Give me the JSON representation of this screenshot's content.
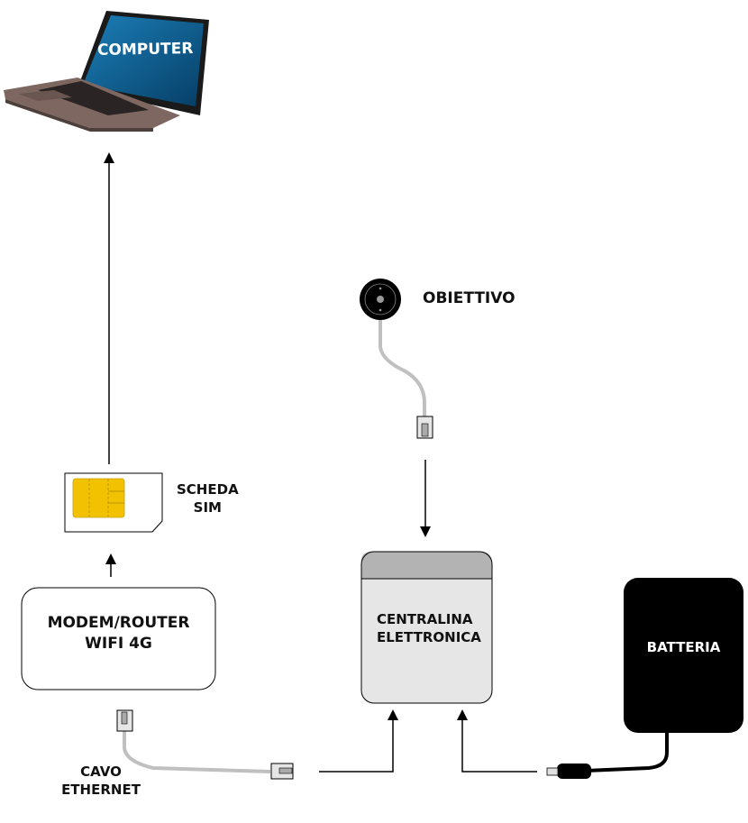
{
  "computer": {
    "label": "COMPUTER"
  },
  "sim": {
    "label_line1": "SCHEDA",
    "label_line2": "SIM"
  },
  "modem": {
    "label_line1": "MODEM/ROUTER",
    "label_line2": "WIFI 4G"
  },
  "ethernet": {
    "label_line1": "CAVO",
    "label_line2": "ETHERNET"
  },
  "lens": {
    "label": "OBIETTIVO"
  },
  "controller": {
    "label_line1": "CENTRALINA",
    "label_line2": "ELETTRONICA"
  },
  "battery": {
    "label": "BATTERIA"
  },
  "colors": {
    "sim_chip": "#f2c200",
    "cable": "#c0c0c0",
    "controller_body": "#e6e6e6",
    "controller_top": "#b3b3b3",
    "battery": "#000000",
    "screen": "#0b5f95"
  }
}
